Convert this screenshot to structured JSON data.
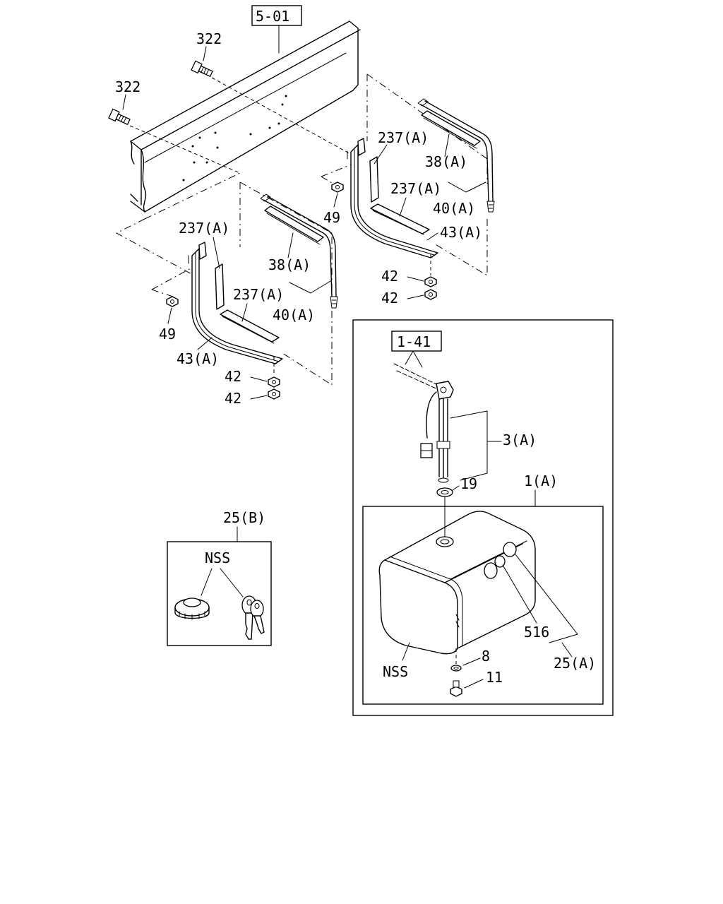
{
  "diagram": {
    "ref_boxes": {
      "frame_ref": "5-01",
      "gauge_ref": "1-41"
    },
    "labels": {
      "bolt_322_a": "322",
      "bolt_322_b": "322",
      "strap_237_upper_a": "237(A)",
      "strap_237_upper_b": "237(A)",
      "rubber_38_upper": "38(A)",
      "band_40_upper": "40(A)",
      "bracket_43_upper": "43(A)",
      "nut_49_upper": "49",
      "nut_42_upper_a": "42",
      "nut_42_upper_b": "42",
      "strap_237_lower_a": "237(A)",
      "strap_237_lower_b": "237(A)",
      "rubber_38_lower": "38(A)",
      "band_40_lower": "40(A)",
      "bracket_43_lower": "43(A)",
      "nut_49_lower": "49",
      "nut_42_lower_a": "42",
      "nut_42_lower_b": "42",
      "gauge_3": "3(A)",
      "gasket_19": "19",
      "tank_1": "1(A)",
      "plug_516": "516",
      "cap_25a": "25(A)",
      "washer_8": "8",
      "drain_11": "11",
      "nss_tank": "NSS",
      "cap_kit_25b": "25(B)",
      "nss_kit": "NSS"
    }
  }
}
